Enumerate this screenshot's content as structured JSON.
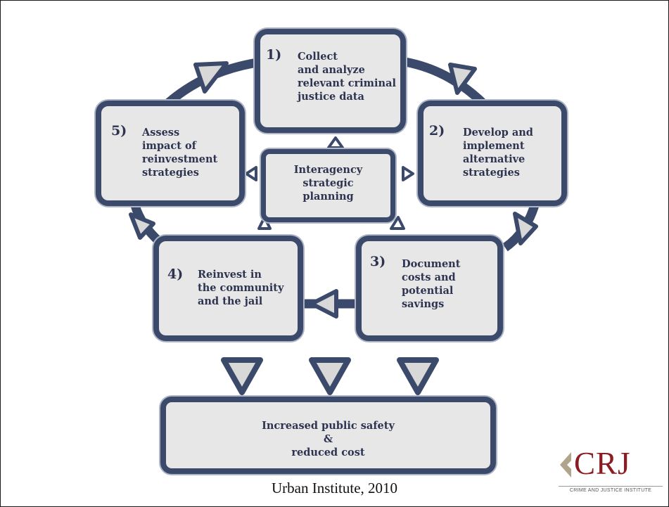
{
  "steps": [
    {
      "number": "1)",
      "text": "Collect\nand analyze\nrelevant criminal\njustice data"
    },
    {
      "number": "2)",
      "text": "Develop and\nimplement\nalternative\nstrategies"
    },
    {
      "number": "3)",
      "text": "Document\ncosts and\npotential\nsavings"
    },
    {
      "number": "4)",
      "text": "Reinvest in\nthe community\nand the jail"
    },
    {
      "number": "5)",
      "text": "Assess\nimpact of\nreinvestment\nstrategies"
    }
  ],
  "center": {
    "text": "Interagency\nstrategic\nplanning"
  },
  "outcome": {
    "text": "Increased public safety\n&\nreduced cost"
  },
  "caption": "Urban Institute, 2010",
  "logo": {
    "letters": "CRJ",
    "tagline": "CRIME AND JUSTICE INSTITUTE"
  },
  "colors": {
    "box_border": "#3b4a6b",
    "box_fill": "#e7e7e7",
    "arrow_fill": "#d8d8d8",
    "logo_red": "#8c1c22"
  }
}
